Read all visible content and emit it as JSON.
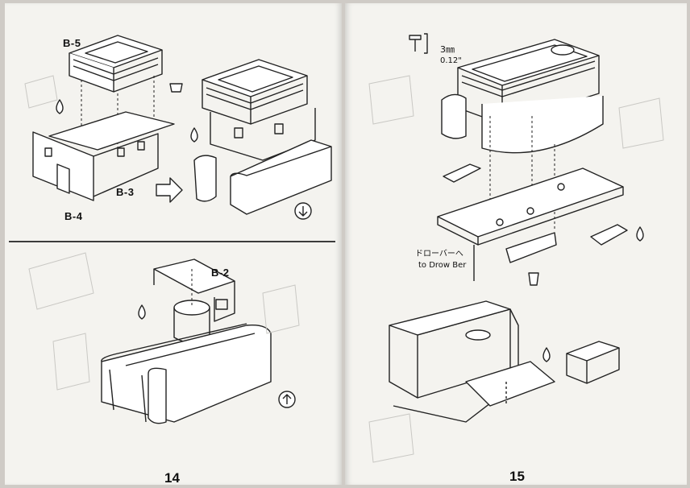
{
  "left_page": {
    "part_labels": {
      "b5": "B-5",
      "b3": "B-3",
      "b4": "B-4",
      "b2": "B-2"
    },
    "page_number": "14"
  },
  "right_page": {
    "screw_size_mm": "3㎜",
    "screw_size_in": "0.12\"",
    "drawbar_jp": "ドローバーへ",
    "drawbar_en": "to Drow Ber",
    "page_number": "15"
  },
  "icons": [
    "glue-drop-icon",
    "arrow-circle-icon",
    "screw-icon"
  ]
}
